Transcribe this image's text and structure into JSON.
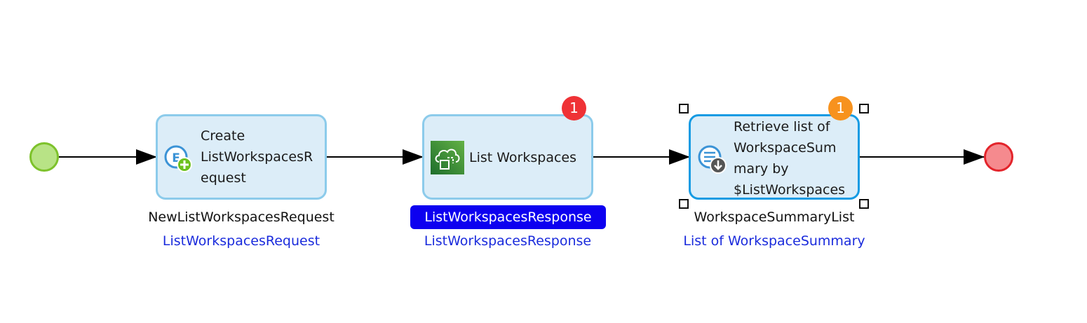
{
  "start_event": {
    "icon": "start-event-circle",
    "color": "#b8e386",
    "border": "#7dc22b"
  },
  "end_event": {
    "icon": "end-event-circle",
    "color": "#f58a8e",
    "border": "#e3242b"
  },
  "activities": [
    {
      "id": "create-object",
      "icon": "create-object-icon",
      "label": "Create\nListWorkspacesR\nequest",
      "output_variable": "NewListWorkspacesRequest",
      "output_type": "ListWorkspacesRequest"
    },
    {
      "id": "call-service",
      "icon": "aws-cloud-action-icon",
      "label": "List Workspaces",
      "badge": "1",
      "badge_kind": "error",
      "output_variable": "ListWorkspacesResponse",
      "output_type": "ListWorkspacesResponse",
      "output_highlighted": true
    },
    {
      "id": "retrieve-list",
      "icon": "retrieve-list-icon",
      "label": "Retrieve list of\nWorkspaceSum\nmary by\n$ListWorkspaces",
      "badge": "1",
      "badge_kind": "warning",
      "selected": true,
      "output_variable": "WorkspaceSummaryList",
      "output_type": "List of WorkspaceSummary"
    }
  ],
  "colors": {
    "activity_fill": "#dcedf8",
    "activity_border": "#8ccbeb",
    "selected_border": "#159be3",
    "type_text": "#1a2bdc",
    "highlight": "#0d00f0"
  }
}
